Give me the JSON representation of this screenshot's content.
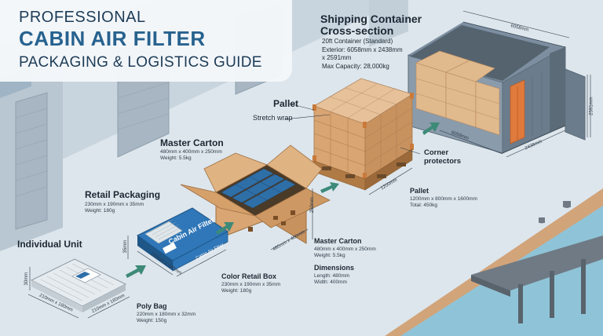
{
  "title": {
    "line1": "PROFESSIONAL",
    "line2": "CABIN AIR FILTER",
    "line3": "PACKAGING & LOGISTICS GUIDE"
  },
  "container": {
    "heading_line1": "Shipping Container",
    "heading_line2": "Cross-section",
    "type": "20ft Container (Standard)",
    "exterior_line1": "Exterior: 6058mm x 2438mm",
    "exterior_line2": "x 2591mm",
    "capacity": "Max Capacity: 28,000kg",
    "dim_top": "6058mm",
    "dim_bottom": "6058mm",
    "dim_side": "2438mm",
    "dim_height": "2591mm"
  },
  "pallet": {
    "label": "Pallet",
    "wrap_label": "Stretch wrap",
    "corner_label_line1": "Corner",
    "corner_label_line2": "protectors",
    "dim_length": "1200mm",
    "spec_title": "Pallet",
    "spec_size": "1200mm x 800mm x 1600mm",
    "spec_weight": "Total: 450kg"
  },
  "master_carton": {
    "label": "Master Carton",
    "size": "480mm x 400mm x 250mm",
    "weight": "Weight: 5.5kg",
    "dim_length": "480mm x 400mm",
    "dim_height": "250mm",
    "spec_title": "Master Carton",
    "spec_size": "480mm x 400mm x 250mm",
    "spec_weight": "Weight: 5.5kg",
    "dims_title": "Dimensions",
    "dims_length": "Length: 480mm",
    "dims_width": "Width: 400mm"
  },
  "retail": {
    "label": "Retail Packaging",
    "size": "230mm x 190mm x 35mm",
    "weight": "Weight: 180g",
    "box_text": "Cabin Air Filter",
    "box_side_text": "Cabin Air Filter",
    "dim_width": "230mm x 190mm",
    "dim_height": "35mm",
    "spec_title": "Color Retail Box",
    "spec_size": "230mm x 190mm x 35mm",
    "spec_weight": "Weight: 180g"
  },
  "unit": {
    "label": "Individual Unit",
    "dim_left": "210mm x 180mm",
    "dim_right": "210mm x 180mm",
    "dim_height": "30mm",
    "spec_title": "Poly Bag",
    "spec_size": "220mm x 180mm x 32mm",
    "spec_weight": "Weight: 150g"
  },
  "colors": {
    "background": "#dde6ec",
    "accent_blue": "#27628f",
    "carton": "#d8a873",
    "arrow": "#3d8a78",
    "water": "#8fc4d8",
    "container": "#6b7c8c",
    "door": "#e07a3c"
  }
}
